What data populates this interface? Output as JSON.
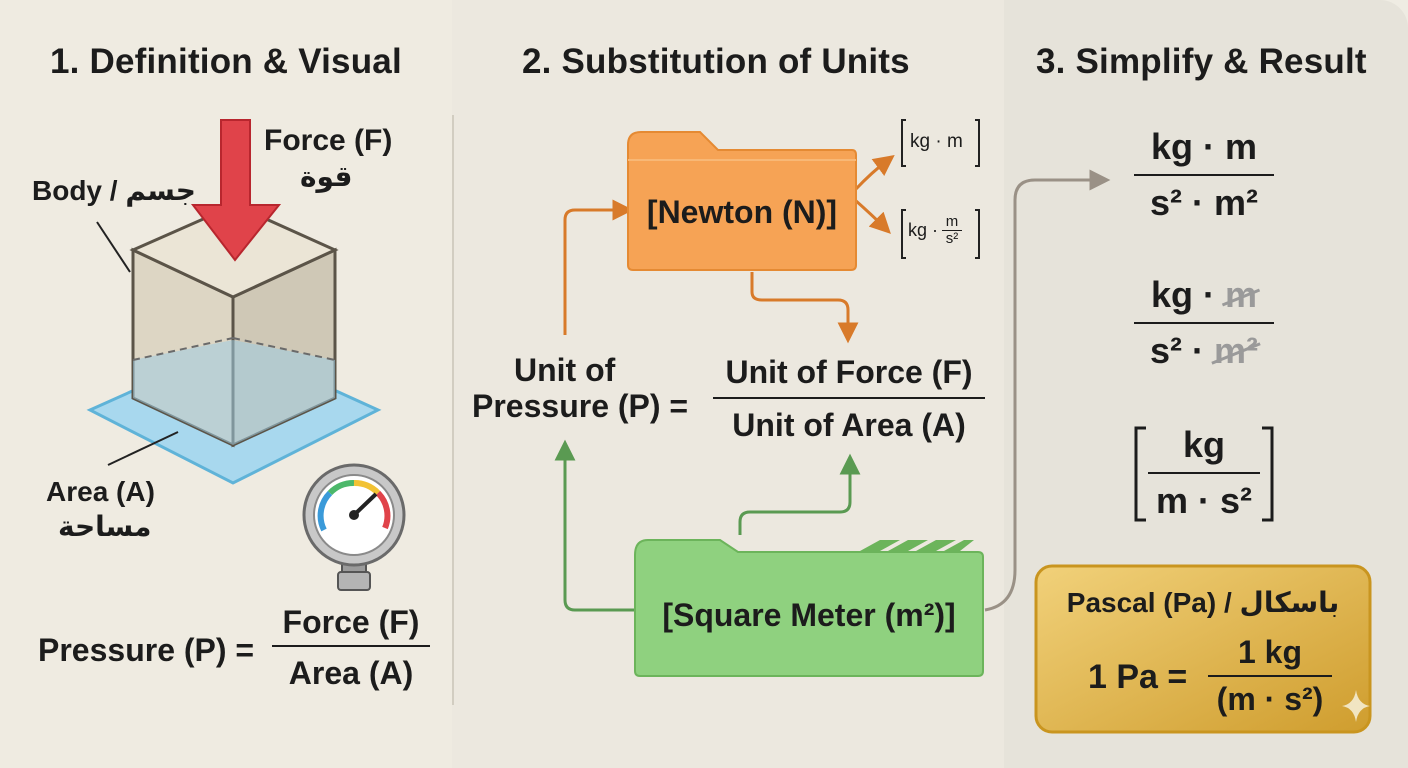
{
  "panel1": {
    "title": "1. Definition & Visual",
    "force_label": "Force (F)",
    "force_label_ar": "قوة",
    "body_label": "Body / جسم",
    "area_label": "Area (A)",
    "area_label_ar": "مساحة",
    "formula": {
      "lhs": "Pressure (P) =",
      "numerator": "Force (F)",
      "denominator": "Area (A)"
    }
  },
  "panel2": {
    "title": "2. Substitution of Units",
    "newton_box": "[Newton (N)]",
    "newton_expansion_1": "kg · m",
    "newton_expansion_2": {
      "prefix": "kg ·",
      "numerator": "m",
      "denominator": "s²"
    },
    "formula": {
      "lhs_line1": "Unit of",
      "lhs_line2": "Pressure (P) =",
      "numerator": "Unit of Force (F)",
      "denominator": "Unit of Area (A)"
    },
    "square_meter_box": "[Square Meter (m²)]"
  },
  "panel3": {
    "title": "3. Simplify & Result",
    "step1": {
      "numerator": "kg · m",
      "denominator": "s² · m²"
    },
    "step2": {
      "numerator_keep": "kg ·",
      "numerator_cancel": "m",
      "denominator_keep": "s² ·",
      "denominator_cancel": "m²"
    },
    "step3": {
      "numerator": "kg",
      "denominator": "m · s²"
    },
    "result": {
      "title": "Pascal (Pa) / باسكال",
      "lhs": "1 Pa =",
      "numerator": "1 kg",
      "denominator": "(m · s²)"
    }
  },
  "colors": {
    "force_arrow": "#e0434a",
    "newton_orange": "#f6a355",
    "meter_green": "#8fd17f",
    "arrow_green": "#5a9a52",
    "arrow_orange": "#d87a2a",
    "pascal_gold": "#d9ad3c",
    "area_blue": "#a8d8ee"
  },
  "icons": {
    "gauge": "pressure-gauge-icon",
    "sparkle": "sparkle-icon"
  }
}
